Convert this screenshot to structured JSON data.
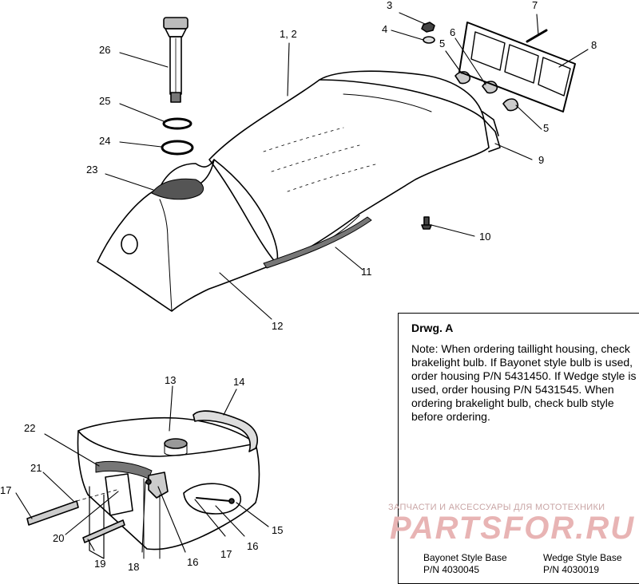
{
  "callouts": {
    "c1_2": "1, 2",
    "c3": "3",
    "c4": "4",
    "c5a": "5",
    "c5b": "5",
    "c6": "6",
    "c7": "7",
    "c8": "8",
    "c9": "9",
    "c10": "10",
    "c11": "11",
    "c12": "12",
    "c13": "13",
    "c14": "14",
    "c15": "15",
    "c16a": "16",
    "c16b": "16",
    "c17a": "17",
    "c17b": "17",
    "c18": "18",
    "c19": "19",
    "c20": "20",
    "c21": "21",
    "c22": "22",
    "c23": "23",
    "c24": "24",
    "c25": "25",
    "c26": "26"
  },
  "note": {
    "title": "Drwg. A",
    "text": "Note: When ordering taillight housing, check brakelight bulb.  If Bayonet style bulb is  used, order housing P/N 5431450.  If Wedge style is used, order housing P/N 5431545.  When ordering brakelight bulb, check bulb style before ordering.",
    "bayonet_label": "Bayonet Style Base",
    "bayonet_pn": "P/N 4030045",
    "wedge_label": "Wedge Style Base",
    "wedge_pn": "P/N 4030019"
  },
  "watermark": {
    "small": "ЗАПЧАСТИ И АКСЕССУАРЫ ДЛЯ МОТОТЕХНИКИ",
    "big": "PARTSFOR.RU"
  }
}
